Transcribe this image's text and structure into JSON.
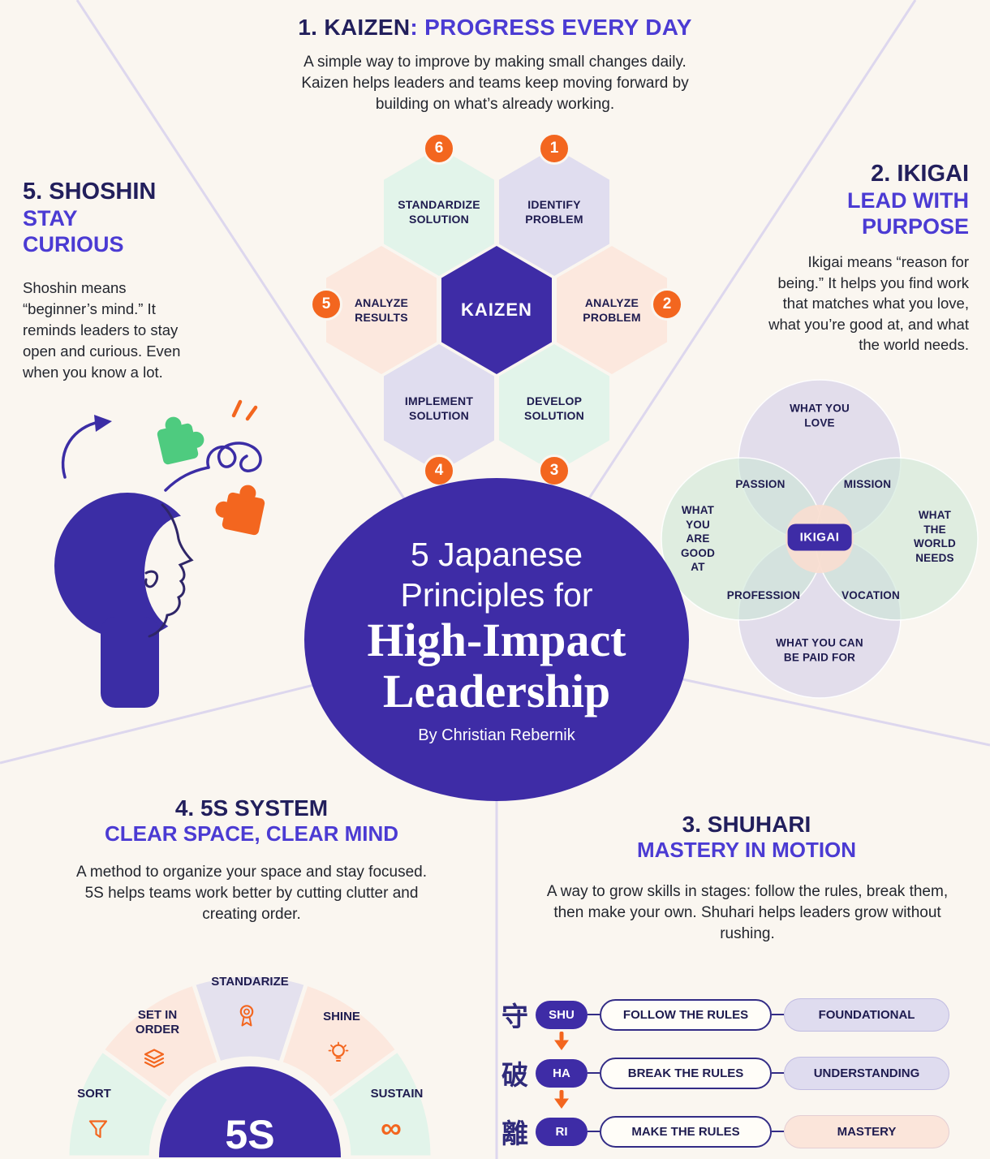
{
  "palette": {
    "purple": "#3e2ca6",
    "orange": "#f3661f",
    "mint": "#e2f4ea",
    "lavender": "#e0ddef",
    "peach": "#fce8de",
    "heading_dark": "#221f5c",
    "heading_purple": "#4b3bd3"
  },
  "center": {
    "top1": "5 Japanese",
    "top2": "Principles for",
    "main1": "High-Impact",
    "main2": "Leadership",
    "byline": "By Christian Rebernik"
  },
  "kaizen": {
    "heading_strong": "1. KAIZEN",
    "heading_rest": ": PROGRESS EVERY DAY",
    "description": "A simple way to improve by making small changes daily. Kaizen helps leaders and teams keep moving forward by building on what’s already working.",
    "center_label": "KAIZEN",
    "steps": [
      {
        "num": "1",
        "label": "IDENTIFY\nPROBLEM"
      },
      {
        "num": "2",
        "label": "ANALYZE\nPROBLEM"
      },
      {
        "num": "3",
        "label": "DEVELOP\nSOLUTION"
      },
      {
        "num": "4",
        "label": "IMPLEMENT\nSOLUTION"
      },
      {
        "num": "5",
        "label": "ANALYZE\nRESULTS"
      },
      {
        "num": "6",
        "label": "STANDARDIZE\nSOLUTION"
      }
    ]
  },
  "ikigai": {
    "heading_strong": "2. IKIGAI",
    "heading_rest": "LEAD WITH\nPURPOSE",
    "description": "Ikigai means “reason for being.” It helps you find work that matches what you love, what you’re good at, and what the world needs.",
    "venn": {
      "love": "WHAT YOU\nLOVE",
      "good_at": "WHAT\nYOU\nARE\nGOOD\nAT",
      "world_needs": "WHAT\nTHE\nWORLD\nNEEDS",
      "paid_for": "WHAT YOU CAN\nBE PAID FOR",
      "passion": "PASSION",
      "mission": "MISSION",
      "profession": "PROFESSION",
      "vocation": "VOCATION",
      "center": "IKIGAI"
    }
  },
  "shuhari": {
    "heading_strong": "3. SHUHARI",
    "heading_rest": "MASTERY IN MOTION",
    "description": "A way to grow skills in stages: follow the rules, break them, then make your own. Shuhari helps leaders grow without rushing.",
    "rows": [
      {
        "char": "守",
        "stage": "SHU",
        "action": "FOLLOW THE RULES",
        "level": "FOUNDATIONAL"
      },
      {
        "char": "破",
        "stage": "HA",
        "action": "BREAK THE RULES",
        "level": "UNDERSTANDING"
      },
      {
        "char": "離",
        "stage": "RI",
        "action": "MAKE THE RULES",
        "level": "MASTERY"
      }
    ]
  },
  "five_s": {
    "heading_strong": "4. 5S SYSTEM",
    "heading_rest": "CLEAR SPACE, CLEAR MIND",
    "description": "A method to organize your space and stay focused. 5S helps teams work better by cutting clutter and creating order.",
    "center_label": "5S",
    "infinity_glyph": "∞",
    "segments": [
      {
        "label": "SORT",
        "icon": "funnel-icon"
      },
      {
        "label": "SET IN\nORDER",
        "icon": "layers-icon"
      },
      {
        "label": "STANDARIZE",
        "icon": "medal-icon"
      },
      {
        "label": "SHINE",
        "icon": "bulb-icon"
      },
      {
        "label": "SUSTAIN",
        "icon": "infinity-icon"
      }
    ]
  },
  "shoshin": {
    "heading_strong": "5. SHOSHIN",
    "heading_rest": "STAY\nCURIOUS",
    "description": "Shoshin means “beginner’s mind.” It reminds leaders to stay open and curious. Even when you know a lot."
  }
}
